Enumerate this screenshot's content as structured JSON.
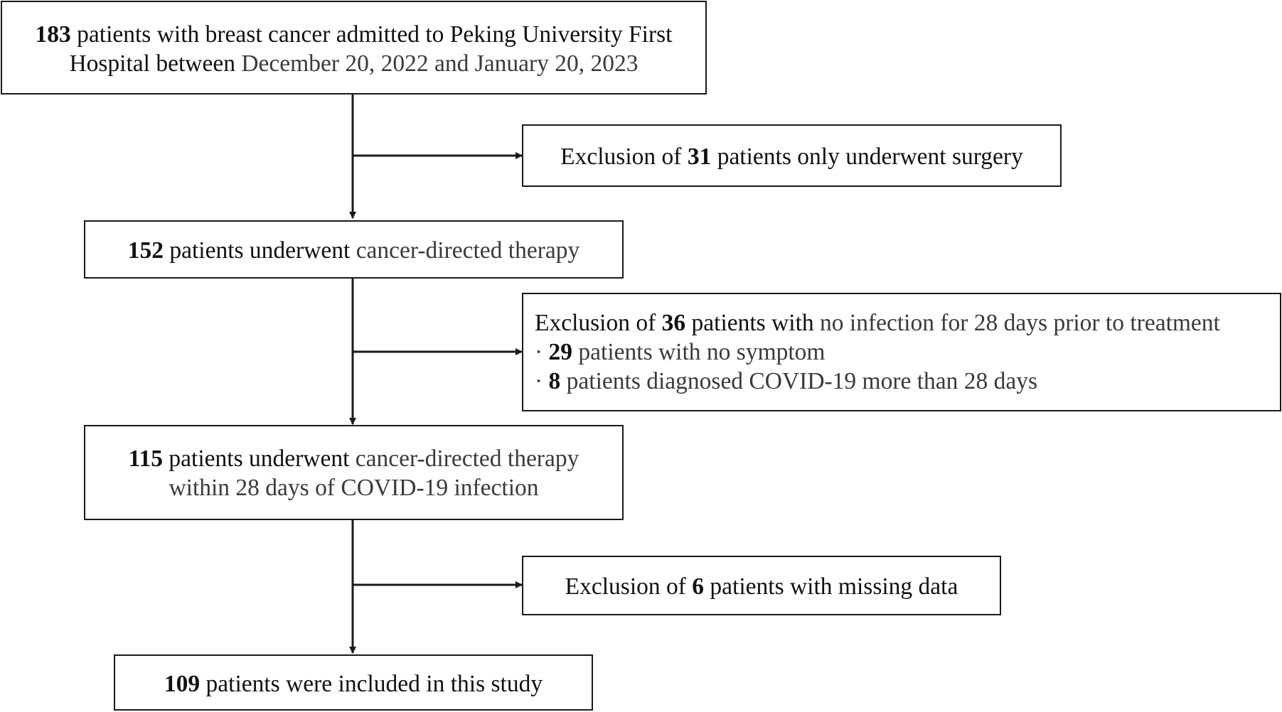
{
  "boxes": {
    "start": {
      "line1": {
        "num": "183",
        "text": " patients with breast cancer admitted to Peking University First"
      },
      "line2": {
        "text_a": "Hospital between ",
        "text_b": "December 20, 2022 and January 20, 2023"
      }
    },
    "exclusion1": {
      "pre": "Exclusion of ",
      "num": "31",
      "post": " patients only underwent surgery"
    },
    "step2": {
      "num": "152",
      "text_a": " patients underwent ",
      "text_b": "cancer-directed  therapy"
    },
    "exclusion2": {
      "line1": {
        "pre": "Exclusion of ",
        "num": "36",
        "mid": " patients with ",
        "post": "no infection for 28 days prior to treatment"
      },
      "line2": {
        "bullet": "· ",
        "num": "29",
        "text": " patients with no symptom"
      },
      "line3": {
        "bullet": "· ",
        "num": "8",
        "text": " patients diagnosed COVID-19 more than 28 days"
      }
    },
    "step3": {
      "line1": {
        "num": "115",
        "text_a": " patients underwent ",
        "text_b": "cancer-directed  therapy"
      },
      "line2": {
        "text": "within 28 days of COVID-19 infection"
      }
    },
    "exclusion3": {
      "pre": "Exclusion of ",
      "num": "6",
      "post": " patients with missing data"
    },
    "final": {
      "num": "109",
      "text": " patients were included in this study"
    }
  }
}
